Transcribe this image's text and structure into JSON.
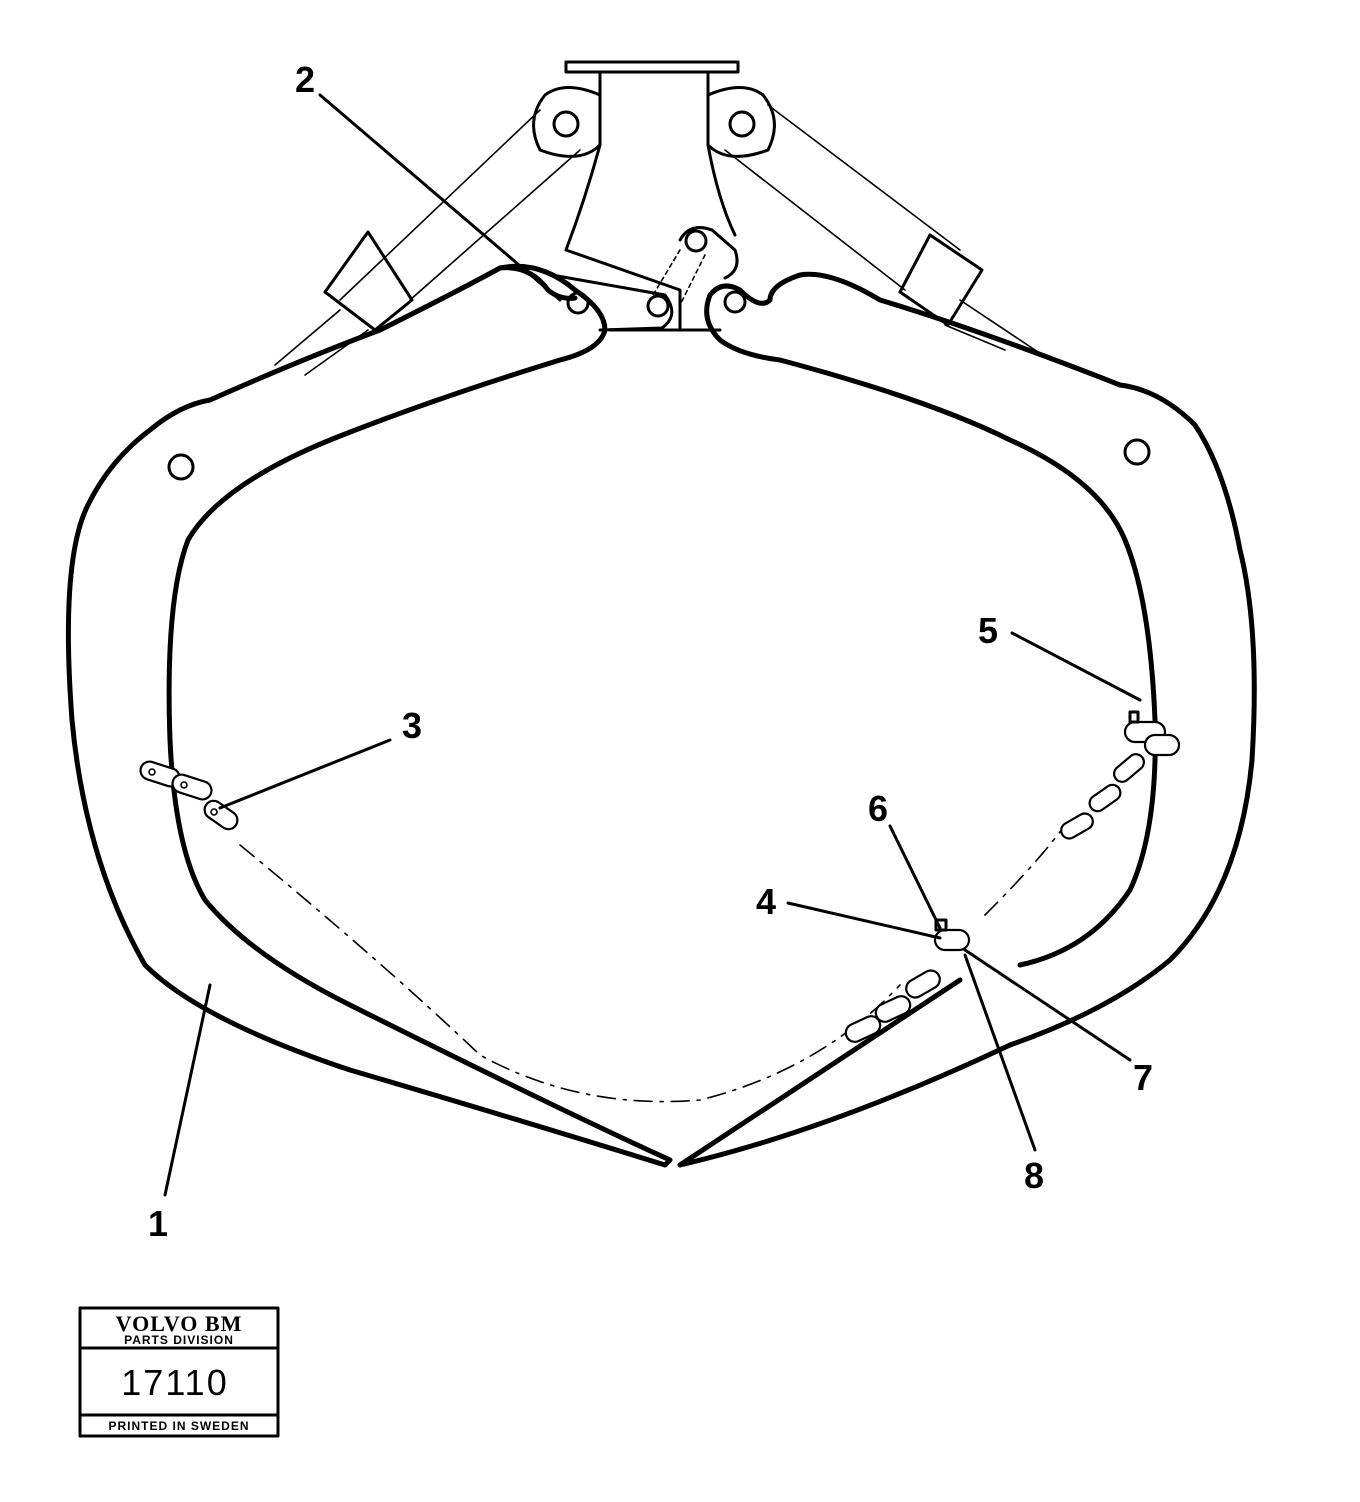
{
  "callouts": [
    {
      "id": "1",
      "label": "1"
    },
    {
      "id": "2",
      "label": "2"
    },
    {
      "id": "3",
      "label": "3"
    },
    {
      "id": "4",
      "label": "4"
    },
    {
      "id": "5",
      "label": "5"
    },
    {
      "id": "6",
      "label": "6"
    },
    {
      "id": "7",
      "label": "7"
    },
    {
      "id": "8",
      "label": "8"
    }
  ],
  "stamp": {
    "brand": "VOLVO BM",
    "division": "PARTS DIVISION",
    "number": "17110",
    "footer": "PRINTED IN SWEDEN"
  }
}
